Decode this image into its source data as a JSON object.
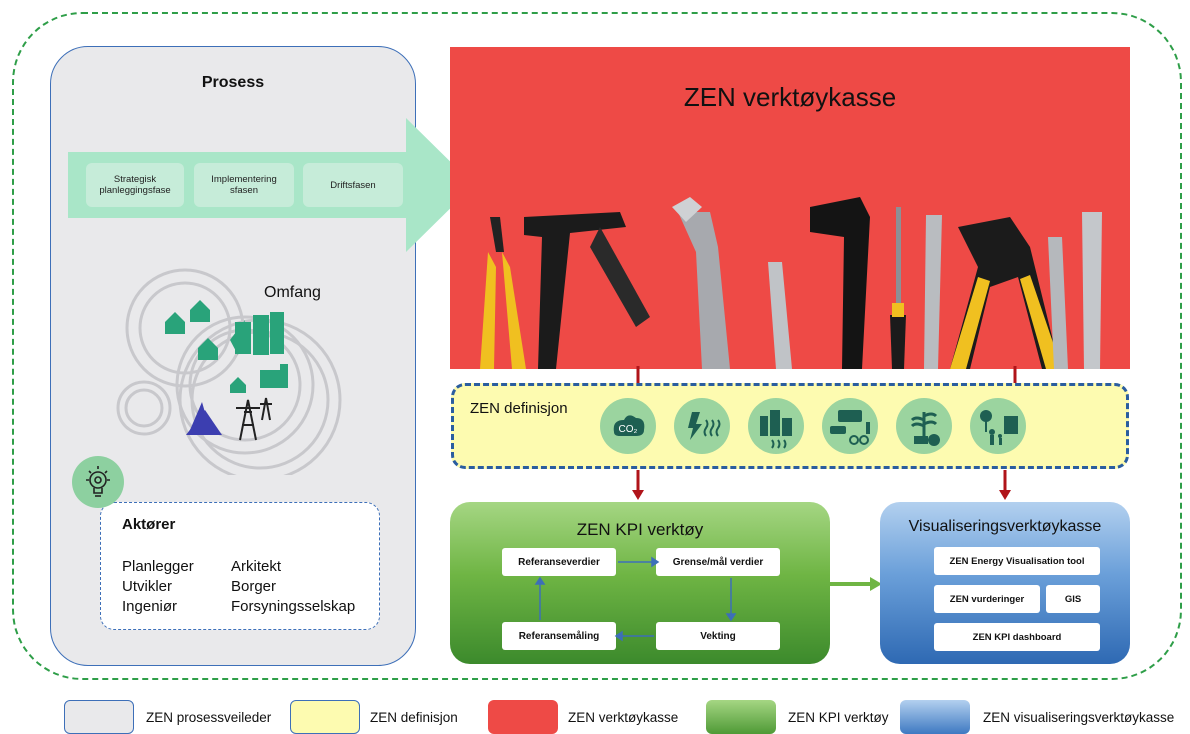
{
  "prosess": {
    "title": "Prosess",
    "phases": [
      "Strategisk planleggingsfase",
      "Implementering sfasen",
      "Driftsfasen"
    ],
    "omfang": "Omfang"
  },
  "aktorer": {
    "title": "Aktører",
    "col1": [
      "Planlegger",
      "Utvikler",
      "Ingeniør"
    ],
    "col2": [
      "Arkitekt",
      "Borger",
      "Forsyningsselskap"
    ]
  },
  "toolbox": {
    "title": "ZEN verktøykasse"
  },
  "definisjon": {
    "title": "ZEN definisjon",
    "icons": [
      "co2-icon",
      "energy-icon",
      "buildings-icon",
      "mobility-icon",
      "economy-icon",
      "community-icon"
    ]
  },
  "kpi": {
    "title": "ZEN KPI verktøy",
    "nodes": [
      "Referanseverdier",
      "Grense/mål verdier",
      "Vekting",
      "Referansemåling"
    ]
  },
  "visualisering": {
    "title": "Visualiseringsverktøykasse",
    "nodes": [
      "ZEN Energy Visualisation tool",
      "ZEN vurderinger",
      "GIS",
      "ZEN KPI dashboard"
    ]
  },
  "legend": [
    {
      "label": "ZEN prosessveileder",
      "color": "#e9e9eb"
    },
    {
      "label": "ZEN definisjon",
      "color": "#fdfbb0"
    },
    {
      "label": "ZEN verktøykasse",
      "color": "#ee4a46"
    },
    {
      "label": "ZEN KPI verktøy",
      "color": "#6fb544"
    },
    {
      "label": "ZEN visualiseringsverktøykasse",
      "color": "#6a9fd9"
    }
  ],
  "colors": {
    "outer_border": "#2e9e48",
    "panel_border": "#3d6fb8",
    "arrow": "#a9e6c8",
    "connector_red": "#b0141a",
    "connector_green": "#6fb544"
  }
}
